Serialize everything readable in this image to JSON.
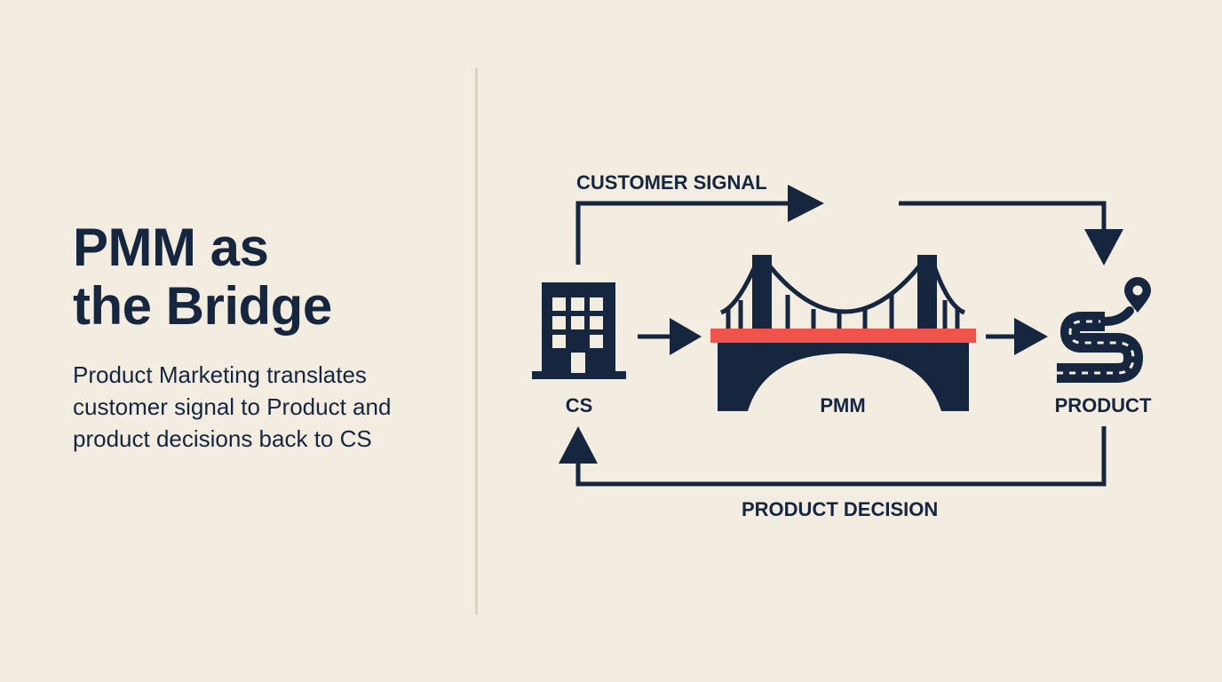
{
  "title": {
    "line1": "PMM as",
    "line2": "the Bridge"
  },
  "subtitle": {
    "line1": "Product Marketing translates",
    "line2": "customer signal to Product and",
    "line3": "product decisions back to CS"
  },
  "diagram": {
    "top_flow_label": "CUSTOMER SIGNAL",
    "bottom_flow_label": "PRODUCT DECISION",
    "nodes": {
      "cs": "CS",
      "pmm": "PMM",
      "product": "PRODUCT"
    }
  },
  "icons": {
    "cs": "office-building-icon",
    "pmm": "suspension-bridge-icon",
    "product": "winding-road-with-pin-icon"
  },
  "colors": {
    "navy": "#16263f",
    "accent_red": "#f0534c",
    "background": "#f3ece0",
    "divider": "#ddd2bf"
  }
}
